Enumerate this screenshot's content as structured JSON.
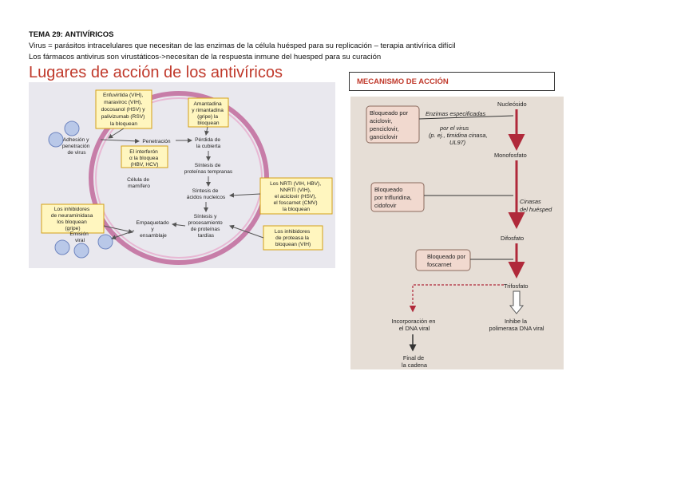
{
  "header": {
    "title": "TEMA 29: ANTIVÍRICOS",
    "line1": "Virus = parásitos intracelulares que necesitan de las enzimas de la célula huésped para su replicación – terapia antivírica difícil",
    "line2": "Los fármacos antivirus son virustáticos->necesitan de la respuesta inmune del huesped para su curación"
  },
  "left_figure": {
    "title": "Lugares de acción de los antivíricos",
    "box_entry": [
      "Enfuvirtida (VIH),",
      "maraviroc (VIH),",
      "docosanol (HSV) y",
      "palivizumab (RSV)",
      "la bloquean"
    ],
    "box_amantadina": [
      "Amantadina",
      "y rimantadina",
      "(gripe) la",
      "bloquean"
    ],
    "box_interferon": [
      "El interferón",
      "α la bloquea",
      "(HBV, HCV)"
    ],
    "box_nrti": [
      "Los NRTI (VIH, HBV),",
      "NNRTI (VIH),",
      "el aciclovir (HSV),",
      "el foscarnet (CMV)",
      "la bloquean"
    ],
    "box_neuraminidasa": [
      "Los inhibidores",
      "de neuraminidasa",
      "los bloquean",
      "(gripe)"
    ],
    "box_proteasa": [
      "Los inhibidores",
      "de proteasa la",
      "bloquean (VIH)"
    ],
    "adhesion": [
      "Adhesión y",
      "penetración",
      "de virus"
    ],
    "penetracion": "Penetración",
    "perdida": [
      "Pérdida de",
      "la cubierta"
    ],
    "sintesis_tempranas": [
      "Síntesis de",
      "proteínas tempranas"
    ],
    "celula": [
      "Célula de",
      "mamífero"
    ],
    "sintesis_acidos": [
      "Síntesis de",
      "ácidos nucleicos"
    ],
    "sintesis_tardias": [
      "Síntesis y",
      "procesamiento",
      "de proteínas",
      "tardías"
    ],
    "empaquetado": [
      "Empaquetado",
      "y",
      "ensamblaje"
    ],
    "emision": [
      "Emisión",
      "viral"
    ]
  },
  "right_section": {
    "label": "MECANISMO DE ACCIÓN",
    "nucleosido": "Nucleósido",
    "box1": [
      "Bloqueado por",
      "aciclovir,",
      "penciclovir,",
      "ganciclovir"
    ],
    "enzimas": [
      "Enzimas especificadas",
      "por el virus",
      "(p. ej., timidina cinasa,",
      "UL97)"
    ],
    "monofosfato": "Monofosfato",
    "box2": [
      "Bloqueado",
      "por trifluridina,",
      "cidofovir"
    ],
    "cinasas": [
      "Cinasas",
      "del huésped"
    ],
    "difosfato": "Difosfato",
    "box3": [
      "Bloqueado por",
      "foscarnet"
    ],
    "trifosfato": "Trifosfato",
    "incorporacion": [
      "Incorporación en",
      "el DNA viral"
    ],
    "inhibe": [
      "Inhibe la",
      "polimerasa DNA viral"
    ],
    "final": [
      "Final de",
      "la cadena"
    ]
  },
  "colors": {
    "title_red": "#c0392b",
    "cell_membrane": "#c77da8",
    "box_fill": "#fff6bf",
    "box_stroke": "#d4a017",
    "arrow_red": "#c0392b",
    "box_pink": "#f1d9cf"
  }
}
